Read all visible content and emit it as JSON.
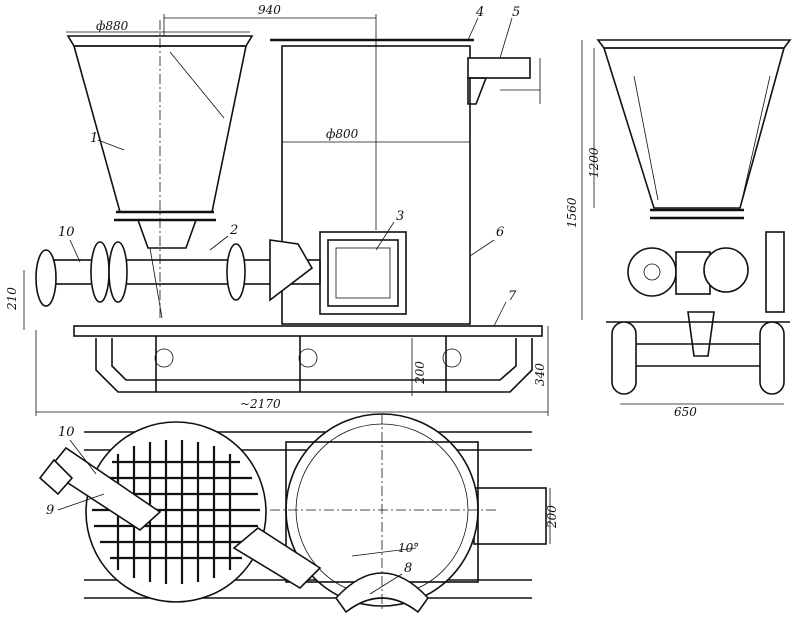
{
  "dimensions": {
    "hopper_diameter": "ф880",
    "overall_height_span": "940",
    "chamber_diameter": "ф800",
    "height_210": "210",
    "height_200": "200",
    "height_340": "340",
    "overall_length": "~2170",
    "side_height_1200": "1200",
    "side_height_1560": "1560",
    "side_width_650": "650",
    "plan_200": "200",
    "angle": "10°"
  },
  "callouts": {
    "c1": "1",
    "c2": "2",
    "c3": "3",
    "c4": "4",
    "c5": "5",
    "c6": "6",
    "c7": "7",
    "c8": "8",
    "c9": "9",
    "c10a": "10",
    "c10b": "10"
  }
}
